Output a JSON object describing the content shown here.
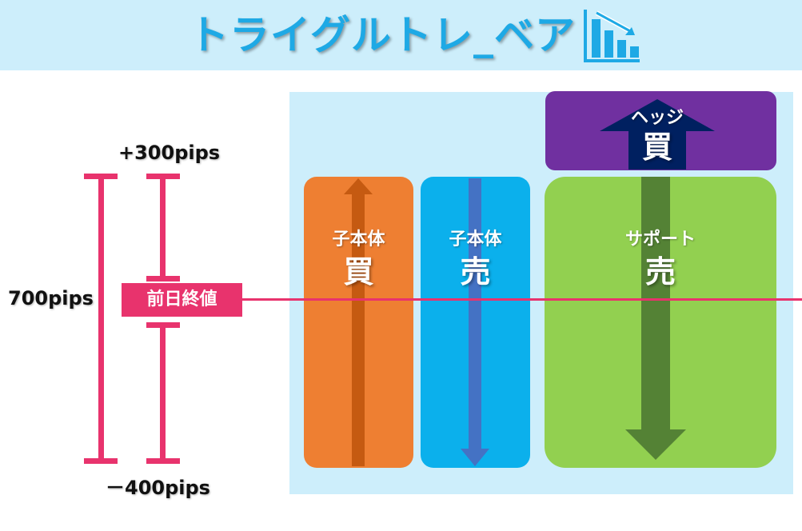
{
  "title": "トライグルトレ_ベア",
  "title_icon": "bar-chart-down-icon",
  "colors": {
    "banner": "#cdeefb",
    "title": "#1ea9e5",
    "magenta": "#e8336d",
    "buy_box": "#ee7f32",
    "sell_box": "#0bb0ec",
    "support_box": "#92d050",
    "hedge_box": "#7030a0"
  },
  "range": {
    "upper": "+300pips",
    "lower": "－400pips",
    "total": "700pips",
    "close_label": "前日終値"
  },
  "boxes": {
    "child_buy": {
      "sub": "子本体",
      "main": "買"
    },
    "child_sell": {
      "sub": "子本体",
      "main": "売"
    },
    "support_sell": {
      "sub": "サポート",
      "main": "売"
    },
    "hedge_buy": {
      "sub": "ヘッジ",
      "main": "買"
    }
  }
}
